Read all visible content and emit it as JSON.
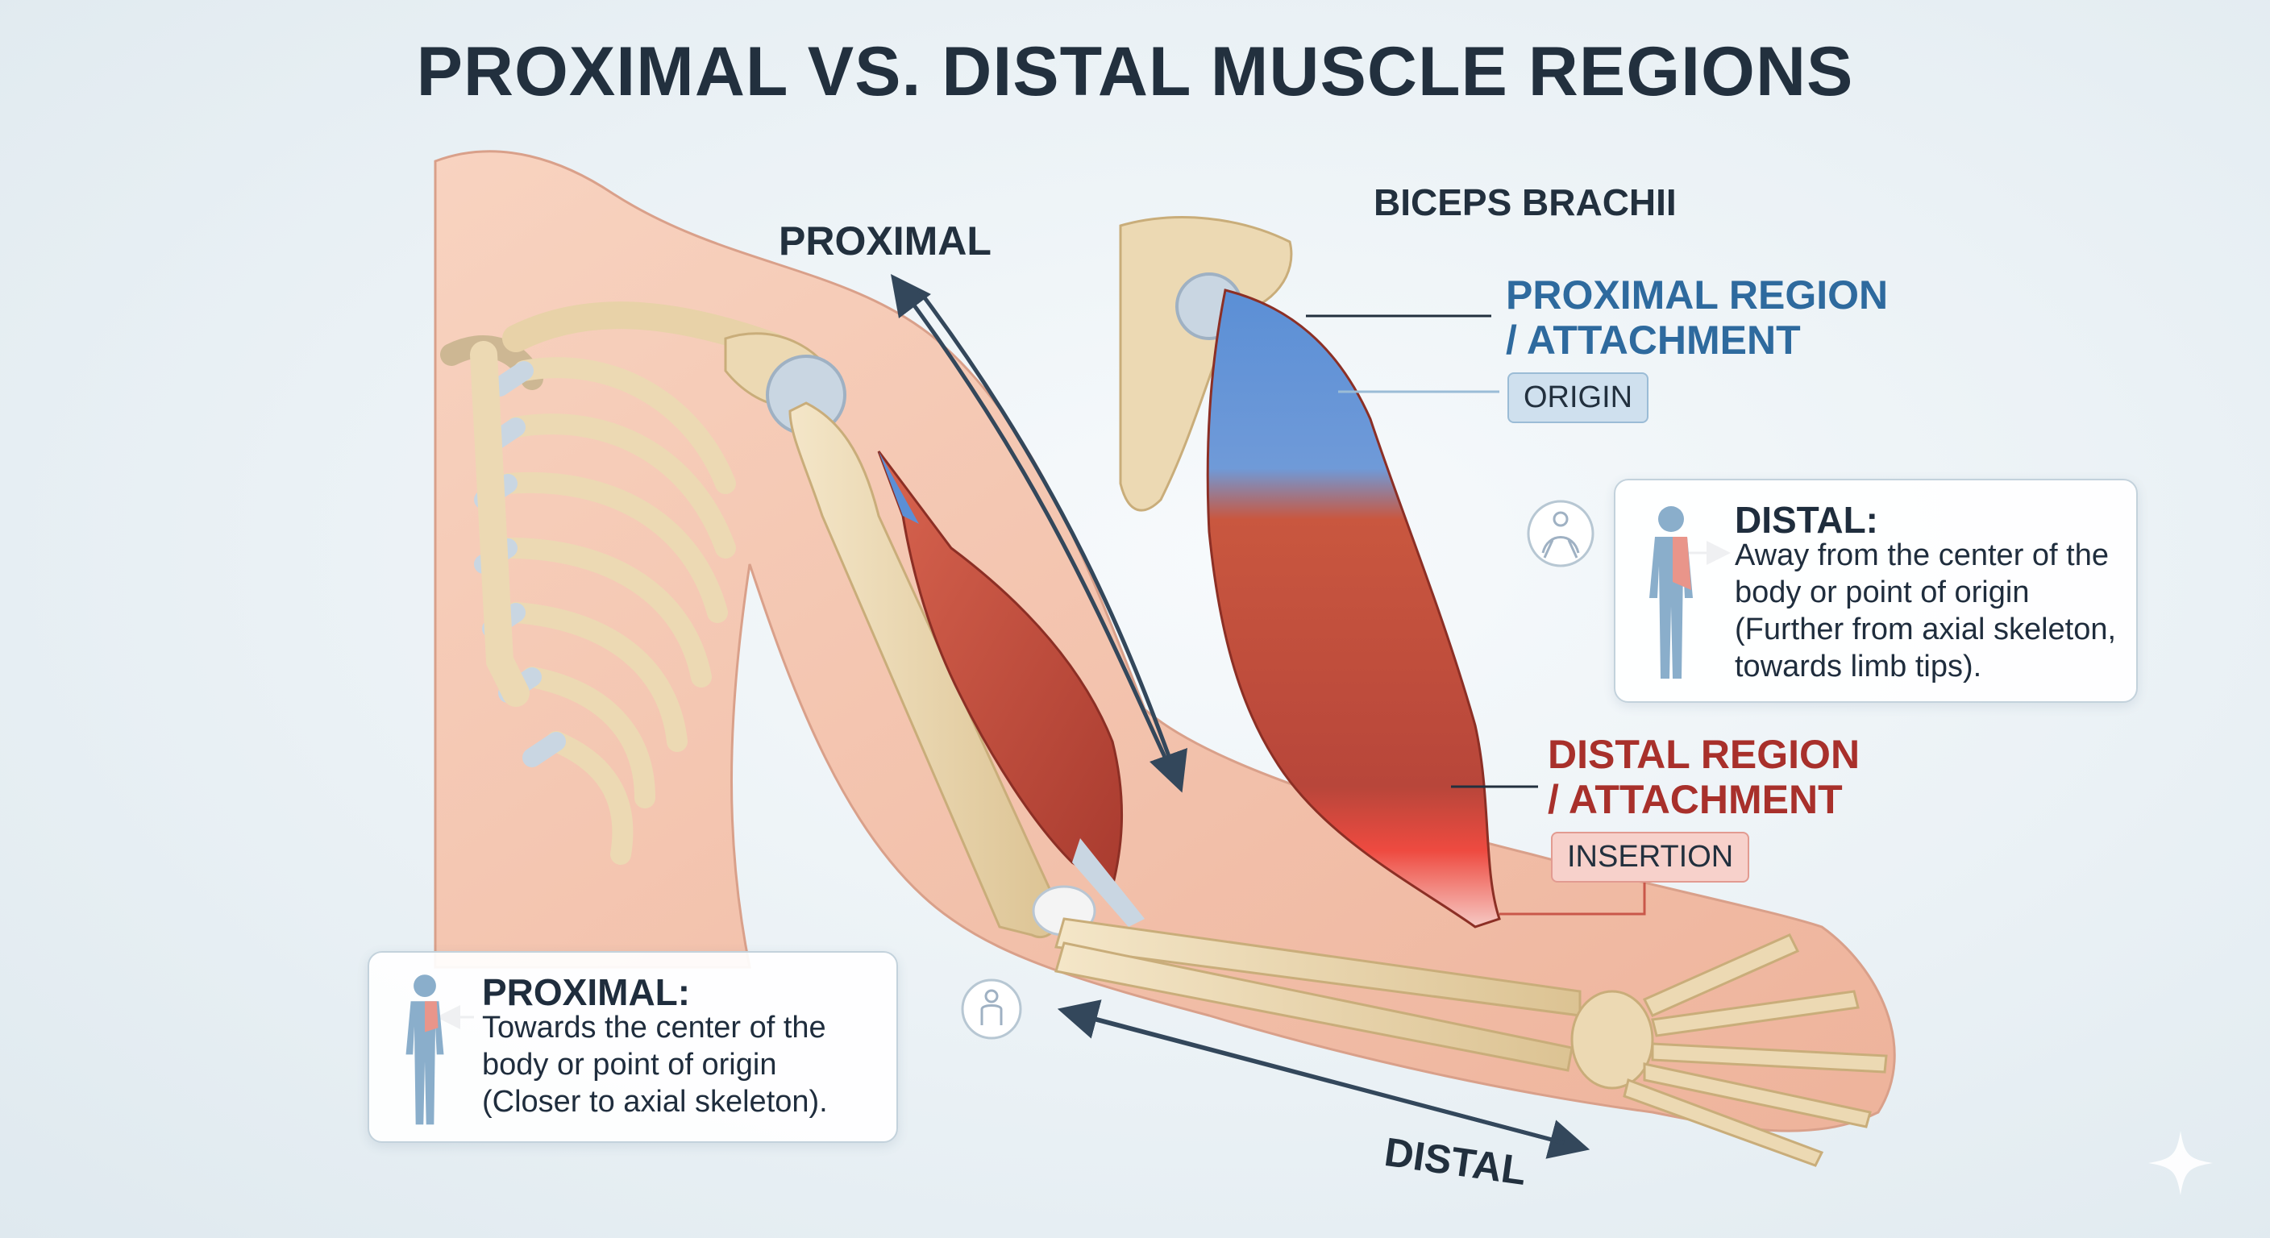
{
  "title": "PROXIMAL VS. DISTAL MUSCLE REGIONS",
  "labels": {
    "proximal_arrow": "PROXIMAL",
    "distal_arrow": "DISTAL",
    "biceps": "BICEPS BRACHII",
    "proximal_region_line1": "PROXIMAL REGION",
    "proximal_region_line2": "/ ATTACHMENT",
    "origin": "ORIGIN",
    "distal_region_line1": "DISTAL REGION",
    "distal_region_line2": "/ ATTACHMENT",
    "insertion": "INSERTION"
  },
  "cards": {
    "distal": {
      "heading": "DISTAL:",
      "text": "Away from the center of the\nbody or point of origin\n(Further from axial skeleton,\ntowards limb tips)."
    },
    "proximal": {
      "heading": "PROXIMAL:",
      "text": "Towards the center of the\nbody or point of origin\n(Closer to axial skeleton)."
    }
  },
  "icons": [
    "body-figure-icon",
    "anatomy-circle-icon",
    "person-circle-icon",
    "sparkle-icon"
  ],
  "colors": {
    "proximal": "#2e6a9e",
    "distal": "#a8302b",
    "muscle": "#c8503f",
    "tendon_blue": "#5b8fd6",
    "bone": "#ecd9b3",
    "skin": "#f4c6b0",
    "cartilage": "#c9d6e2"
  }
}
